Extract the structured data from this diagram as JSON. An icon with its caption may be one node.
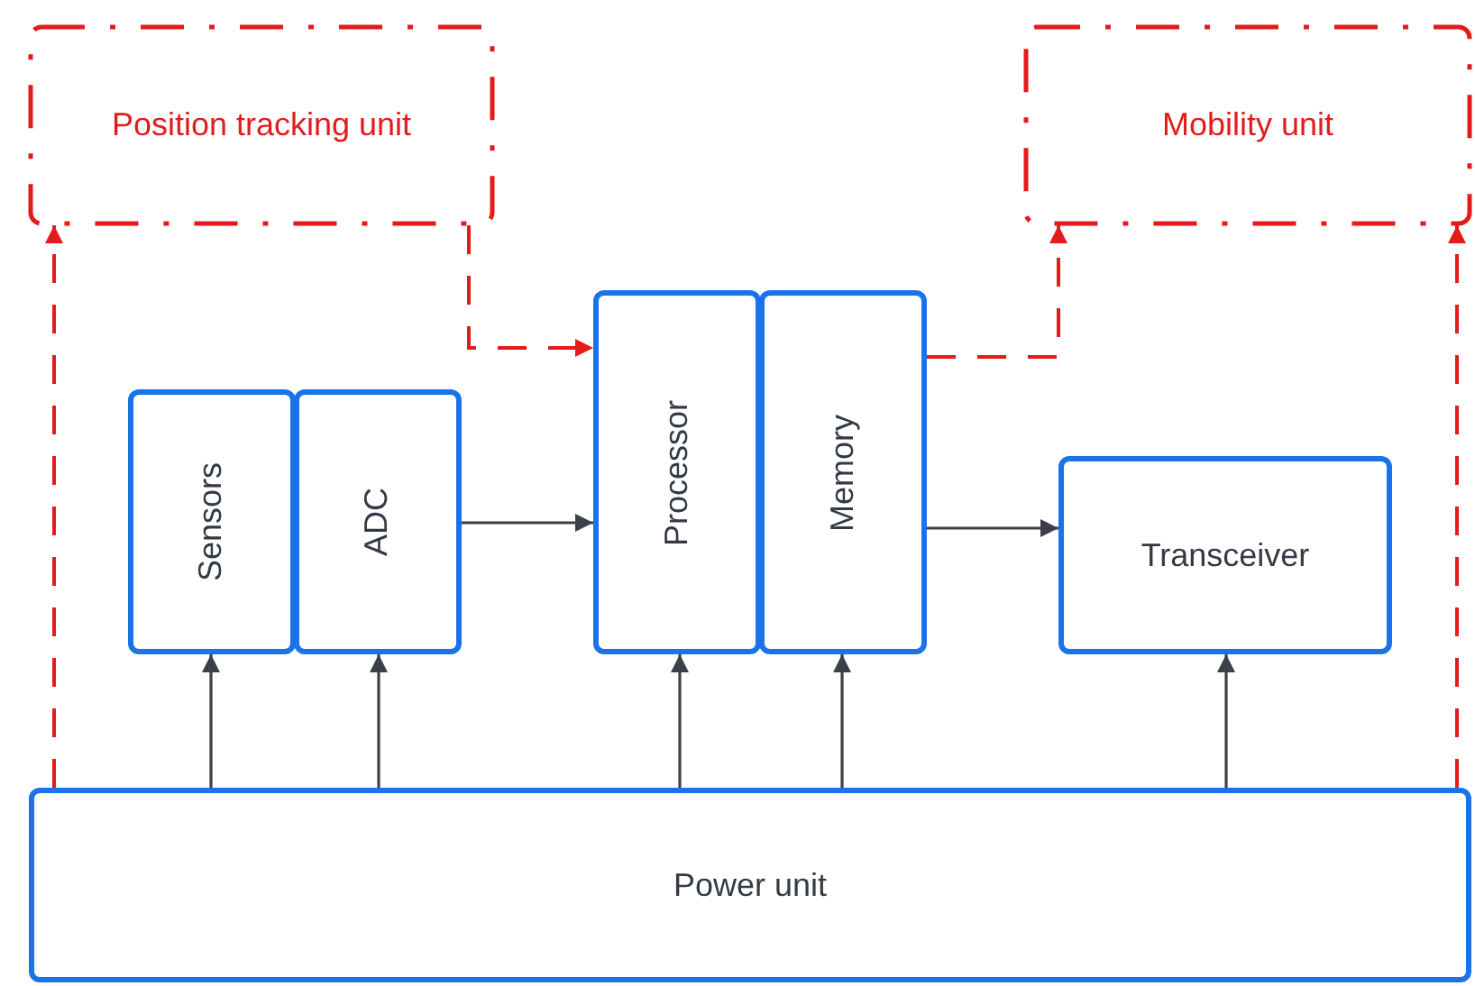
{
  "diagram": {
    "nodes": [
      {
        "text": [
          "Position tracking unit"
        ]
      },
      {
        "text": [
          "Mobility unit"
        ]
      },
      {
        "text": [
          "Sensors"
        ]
      },
      {
        "text": [
          "ADC"
        ]
      },
      {
        "text": [
          "Processor"
        ]
      },
      {
        "text": [
          "Memory"
        ]
      },
      {
        "text": [
          "Transceiver"
        ]
      },
      {
        "text": [
          "Power unit"
        ]
      }
    ],
    "edges": [
      {
        "from": 7,
        "to": 0,
        "arrow": "to",
        "style": "dashed",
        "color": "#e31b1b"
      },
      {
        "from": 0,
        "to": 4,
        "arrow": "to",
        "style": "dashed",
        "color": "#e31b1b"
      },
      {
        "from": 5,
        "to": 1,
        "arrow": "to",
        "style": "dashed",
        "color": "#e31b1b"
      },
      {
        "from": 7,
        "to": 1,
        "arrow": "to",
        "style": "dashed",
        "color": "#e31b1b"
      },
      {
        "from": 3,
        "to": 4,
        "arrow": "to"
      },
      {
        "from": 5,
        "to": 6,
        "arrow": "to"
      },
      {
        "from": 7,
        "to": 2,
        "arrow": "to"
      },
      {
        "from": 7,
        "to": 3,
        "arrow": "to"
      },
      {
        "from": 7,
        "to": 4,
        "arrow": "to"
      },
      {
        "from": 7,
        "to": 5,
        "arrow": "to"
      },
      {
        "from": 7,
        "to": 6,
        "arrow": "to"
      }
    ]
  }
}
